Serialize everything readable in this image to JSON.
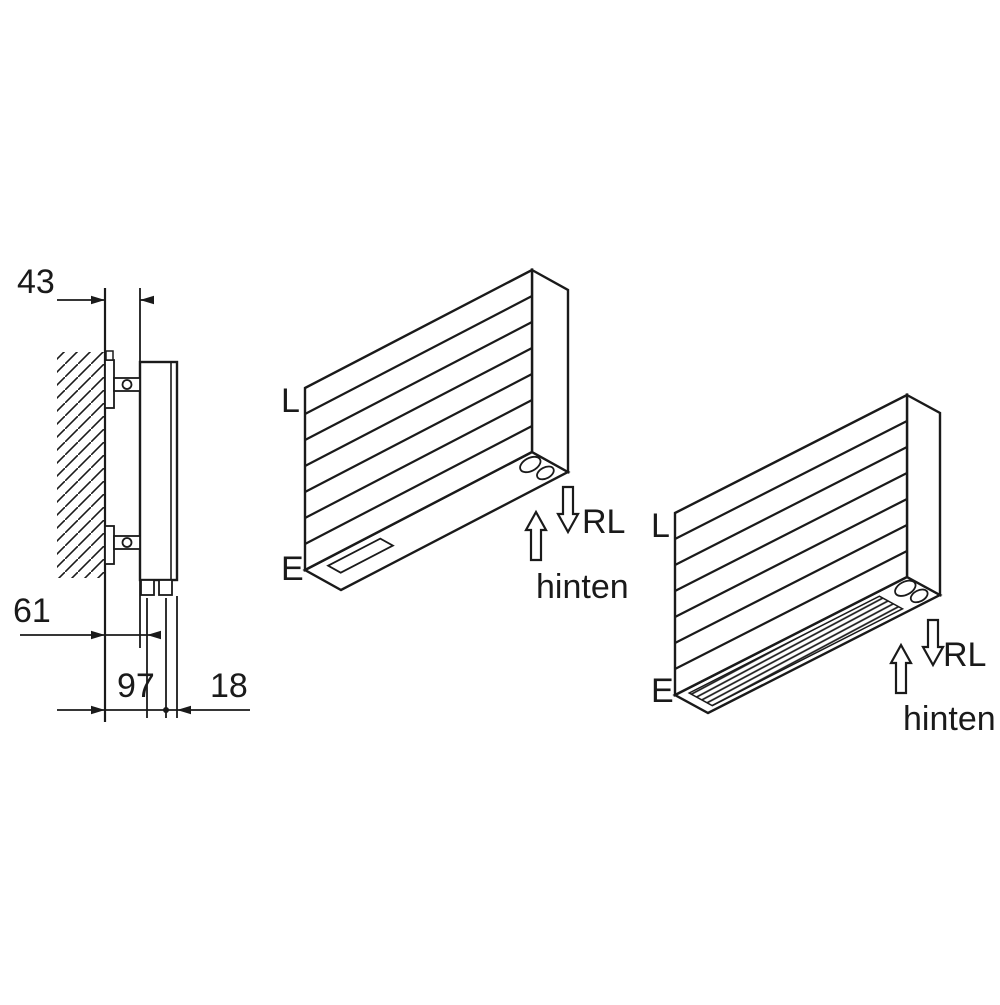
{
  "colors": {
    "line": "#1a1a1a",
    "background": "#ffffff"
  },
  "side_view": {
    "dim_top": "43",
    "dim_middle": "61",
    "dim_bottom_left": "97",
    "dim_bottom_right": "18"
  },
  "iso_view_front": {
    "label_l": "L",
    "label_e": "E",
    "label_rl": "RL",
    "label_hinten": "hinten"
  },
  "iso_view_back": {
    "label_l": "L",
    "label_e": "E",
    "label_rl": "RL",
    "label_hinten": "hinten"
  }
}
